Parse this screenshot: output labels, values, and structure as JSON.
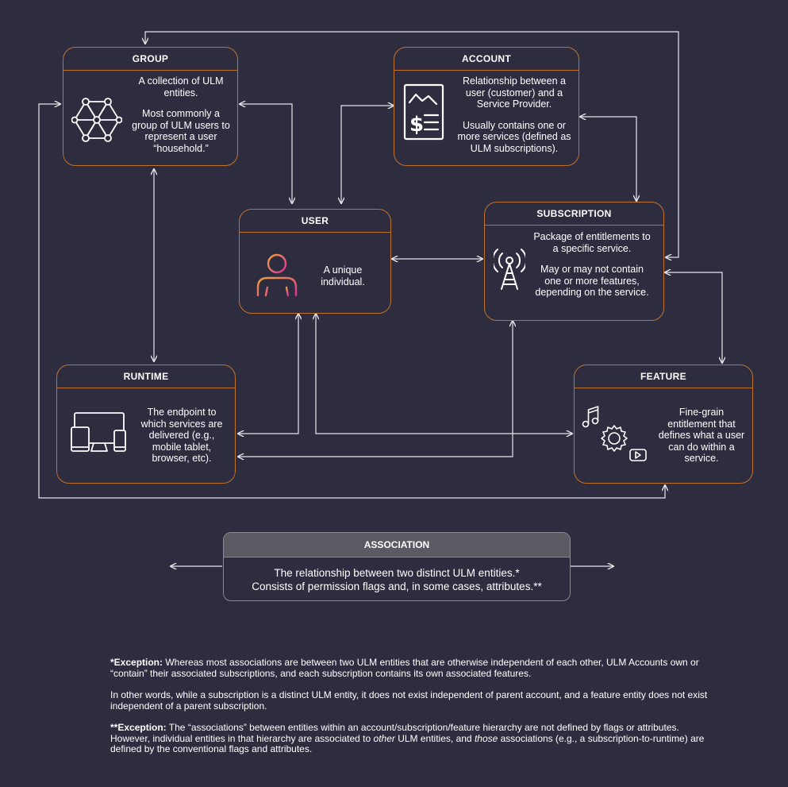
{
  "entities": {
    "group": {
      "title": "GROUP",
      "desc1": "A collection of ULM entities.",
      "desc2": "Most commonly a group of ULM users to represent a user “household.”",
      "icon": "network-icon"
    },
    "account": {
      "title": "ACCOUNT",
      "desc1": "Relationship between a user (customer) and a Service Provider.",
      "desc2": "Usually contains one or more services (defined as ULM subscriptions).",
      "icon": "invoice-icon"
    },
    "user": {
      "title": "USER",
      "desc1": "A unique individual.",
      "icon": "person-icon"
    },
    "subscription": {
      "title": "SUBSCRIPTION",
      "desc1": "Package of entitlements to a specific service.",
      "desc2": "May or may not contain one or more features, depending on the service.",
      "icon": "broadcast-tower-icon"
    },
    "runtime": {
      "title": "RUNTIME",
      "desc1": "The endpoint to which services are delivered (e.g., mobile tablet, browser, etc).",
      "icon": "devices-icon"
    },
    "feature": {
      "title": "FEATURE",
      "desc1": "Fine-grain entitlement that defines what a user can do within a service.",
      "icon": "gear-media-icon"
    }
  },
  "association": {
    "title": "ASSOCIATION",
    "desc1": "The relationship between two distinct ULM entities.*",
    "desc2": "Consists of permission flags and, in some cases, attributes.**"
  },
  "notes": {
    "note1_label": "*Exception:",
    "note1_text": " Whereas most associations are between two ULM entities that are otherwise independent of each other, ULM Accounts own or “contain” their associated subscriptions, and each subscription contains its own associated features.",
    "note2_text": "In other words, while a subscription is a distinct ULM entity, it does not exist independent of parent account, and a feature entity does not exist independent of a parent subscription.",
    "note3_label": "**Exception:",
    "note3_text_a": " The “associations” between entities within an account/subscription/feature hierarchy are not defined by flags or attributes. However, individual entities in that hierarchy are associated to ",
    "note3_em1": "other",
    "note3_text_b": " ULM entities, and ",
    "note3_em2": "those",
    "note3_text_c": " associations (e.g., a subscription-to-runtime) are defined by the conventional flags and attributes."
  },
  "colors": {
    "background": "#2e2d3f",
    "box_border": "#c0722e",
    "line": "#e6e6ea",
    "icon_gradient_start": "#f0a23a",
    "icon_gradient_end": "#e0329a"
  }
}
